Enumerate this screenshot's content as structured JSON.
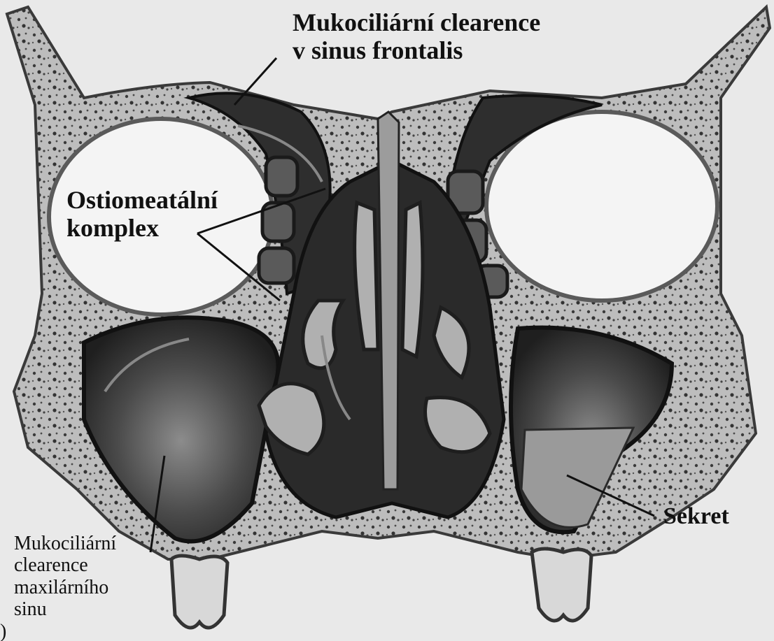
{
  "labels": {
    "frontal_line1": "Mukociliární clearence",
    "frontal_line2": "v sinus frontalis",
    "ostio_line1": "Ostiomeatální",
    "ostio_line2": "komplex",
    "sekret": "Sekret",
    "maxil_line1": "Mukociliární",
    "maxil_line2": "clearence",
    "maxil_line3": "maxilárního",
    "maxil_line4": "sinu",
    "maxil_prefix": ")"
  },
  "colors": {
    "background": "#e9e9e9",
    "bone": "#bdbdbd",
    "bone_dark": "#6f6f6f",
    "cavity": "#2b2b2b",
    "mucosa": "#8a8a8a",
    "orbit": "#f4f4f4",
    "text": "#111111"
  }
}
